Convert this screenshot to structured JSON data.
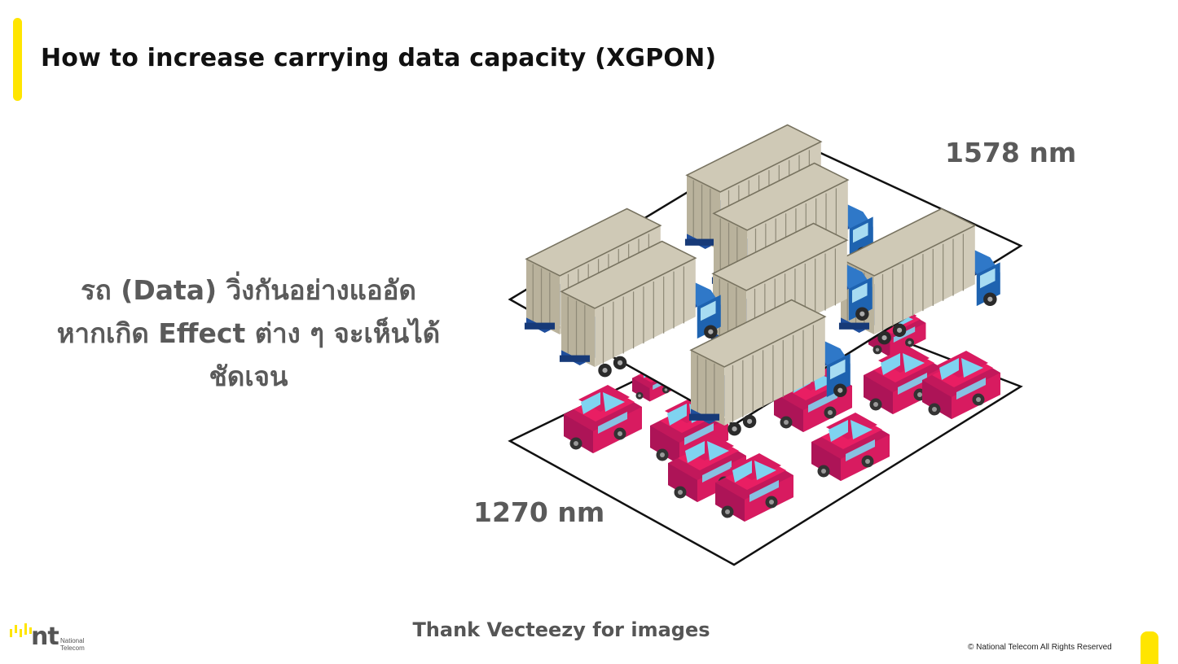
{
  "header": {
    "title": "How to increase carrying data capacity (XGPON)"
  },
  "body": {
    "lines": [
      "รถ (Data) วิ่งกันอย่างแออัด",
      "หากเกิด Effect ต่าง ๆ จะเห็นได้",
      "ชัดเจน"
    ]
  },
  "diagram": {
    "upper_layer_label": "1578 nm",
    "lower_layer_label": "1270 nm"
  },
  "footer": {
    "credit": "Thank Vecteezy for images",
    "copyright": "© National Telecom All Rights Reserved",
    "logo_text": "nt",
    "logo_sub_line1": "National",
    "logo_sub_line2": "Telecom"
  },
  "colors": {
    "accent": "#ffe500",
    "truck_cab": "#2f78c8",
    "container": "#c9c3ae",
    "car": "#d81b60"
  },
  "icons": [
    "truck-icon",
    "car-icon",
    "nt-logo-icon"
  ]
}
